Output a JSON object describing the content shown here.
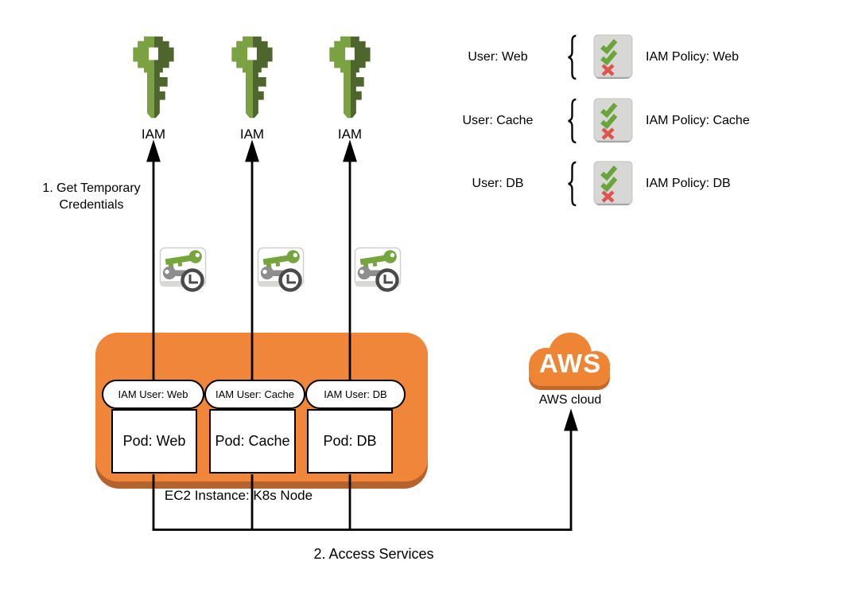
{
  "colors": {
    "iam_key_green_light": "#7BA142",
    "iam_key_green_dark": "#4F652E",
    "temp_key_green": "#76A53E",
    "temp_key_gray": "#8E8E8E",
    "clock_gray": "#4A4A4A",
    "node_orange": "#F0863A",
    "node_orange_shadow": "#B4632C",
    "cloud_orange": "#EE8534",
    "cloud_orange_shadow": "#C4682A",
    "policy_card_gray": "#D7D7D5",
    "policy_card_edge": "#9A9A98",
    "check_green": "#6BA43A",
    "cross_red": "#E0524C",
    "line_black": "#000000"
  },
  "iam_keys": [
    {
      "label": "IAM"
    },
    {
      "label": "IAM"
    },
    {
      "label": "IAM"
    }
  ],
  "annotations": {
    "step1": "1. Get Temporary Credentials",
    "step2": "2. Access Services"
  },
  "policy_rows": [
    {
      "user": "User: Web",
      "policy": "IAM Policy: Web"
    },
    {
      "user": "User: Cache",
      "policy": "IAM Policy: Cache"
    },
    {
      "user": "User: DB",
      "policy": "IAM Policy: DB"
    }
  ],
  "node": {
    "label": "EC2 Instance: K8s Node",
    "pods": [
      {
        "iam_user": "IAM User: Web",
        "pod": "Pod: Web"
      },
      {
        "iam_user": "IAM User: Cache",
        "pod": "Pod: Cache"
      },
      {
        "iam_user": "IAM User: DB",
        "pod": "Pod: DB"
      }
    ]
  },
  "cloud": {
    "logo": "AWS",
    "label": "AWS cloud"
  }
}
